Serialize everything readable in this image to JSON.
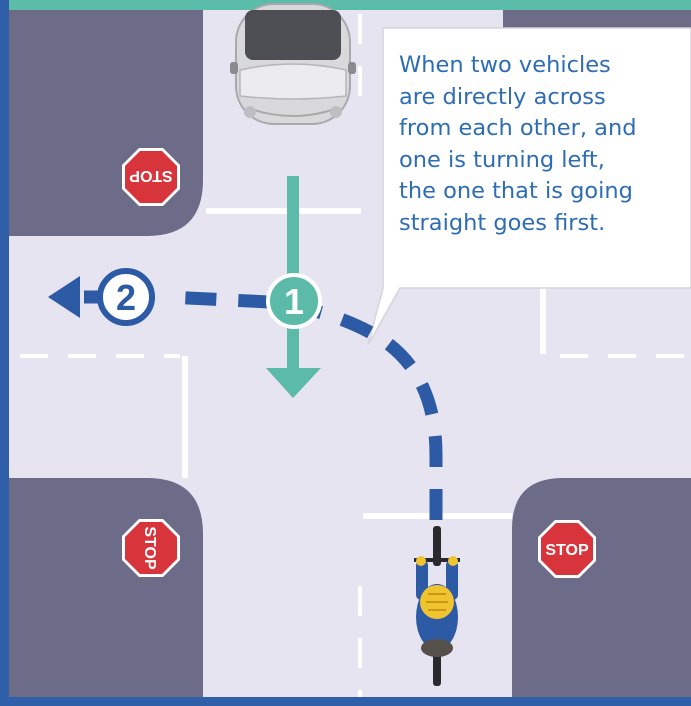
{
  "colors": {
    "road": "#e6e4f1",
    "corner": "#6c6b88",
    "frame": "#2f5fa8",
    "top_band": "#5bbcaa",
    "car_path": "#5cbaa9",
    "bike_path": "#2c5aa5",
    "stop_sign": "#d8343c",
    "callout_text": "#2e6db4"
  },
  "callout": {
    "text": "When two vehicles\nare directly across\nfrom each other, and\none is turning left,\nthe one that is going\nstraight goes first."
  },
  "markers": {
    "first": "1",
    "second": "2"
  },
  "signs": [
    {
      "id": "top-left",
      "label": "STOP",
      "orientation": "upside-down"
    },
    {
      "id": "bottom-left",
      "label": "STOP",
      "orientation": "rotated-right"
    },
    {
      "id": "bottom-right",
      "label": "STOP",
      "orientation": "upright"
    }
  ],
  "icons": {
    "car": "car-topdown-icon",
    "cyclist": "cyclist-topdown-icon"
  }
}
